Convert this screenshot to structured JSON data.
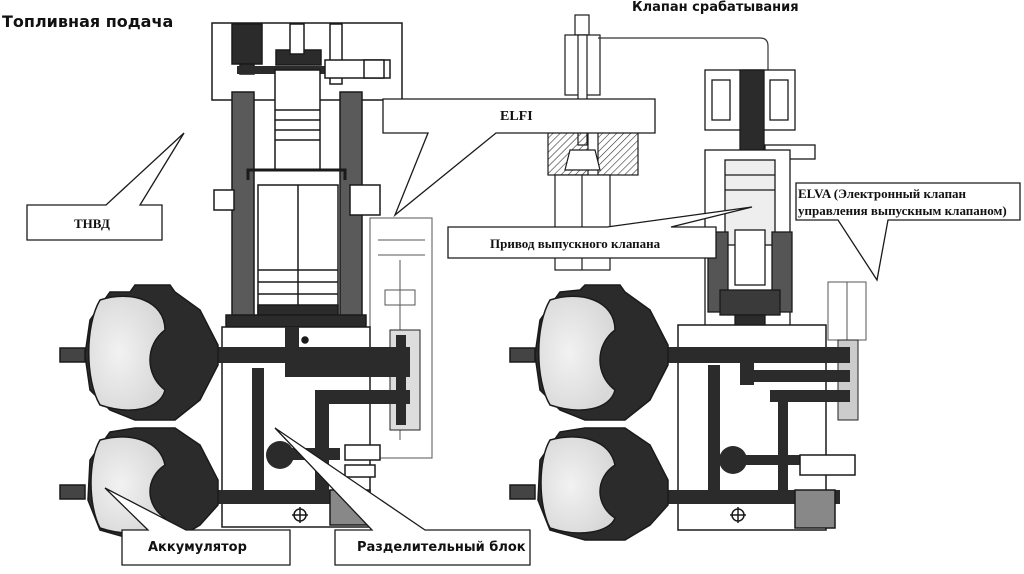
{
  "title": "Топливная подача",
  "labels": {
    "trigger_valve": "Клапан срабатывания",
    "hp_fuel_pump": "ТНВД",
    "elfi": "ELFI",
    "exhaust_valve_actuator": "Привод выпускного клапана",
    "elva_line1": "ELVA (Электронный клапан",
    "elva_line2": "управления выпускным клапаном)",
    "accumulator": "Аккумулятор",
    "distributor_block": "Разделительный блок"
  },
  "colors": {
    "ink": "#1a1a1a",
    "dark_fill": "#2b2b2b",
    "mid_fill": "#7a7a7a",
    "light_fill": "#e6e6e6",
    "paper": "#ffffff"
  }
}
